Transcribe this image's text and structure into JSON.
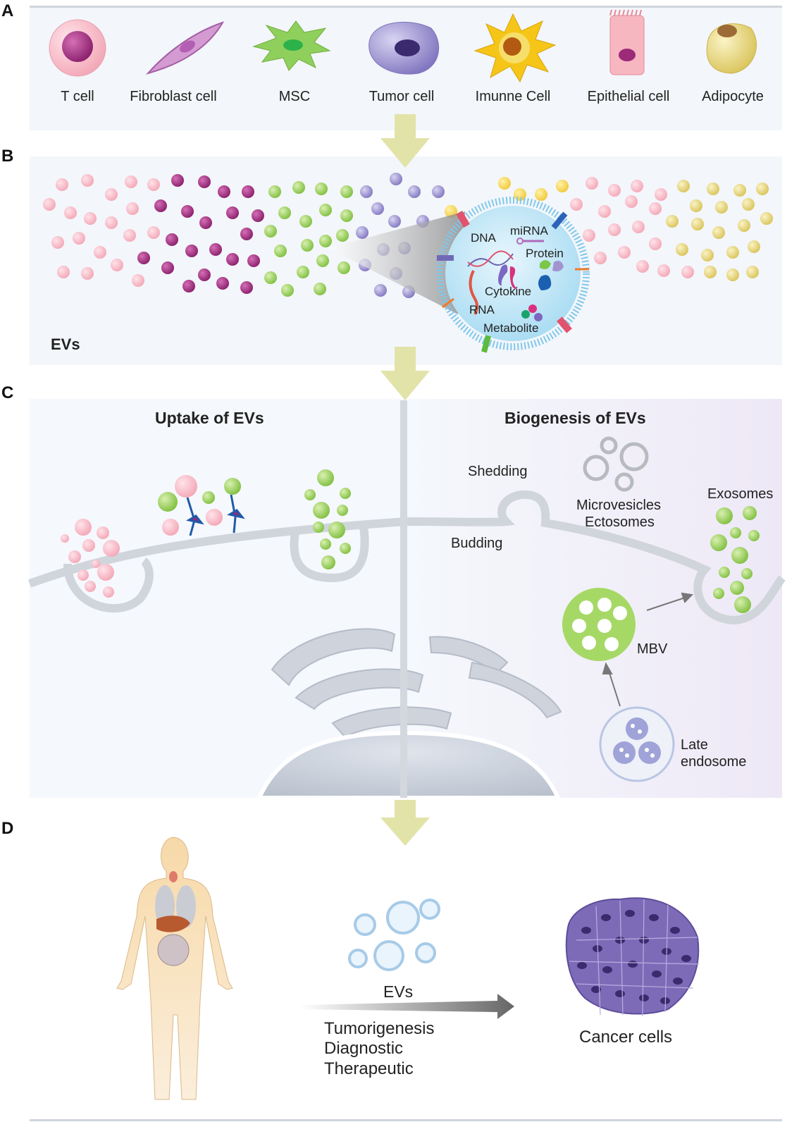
{
  "panels": {
    "a": {
      "letter": "A",
      "cells": [
        "T cell",
        "Fibroblast cell",
        "MSC",
        "Tumor cell",
        "Imunne Cell",
        "Epithelial cell",
        "Adipocyte"
      ]
    },
    "b": {
      "letter": "B",
      "evs_label": "EVs",
      "cargo": {
        "dna": "DNA",
        "mirna": "miRNA",
        "protein": "Protein",
        "cytokine": "Cytokine",
        "rna": "RNA",
        "metabolite": "Metabolite"
      }
    },
    "c": {
      "letter": "C",
      "uptake_title": "Uptake of EVs",
      "biogenesis_title": "Biogenesis of EVs",
      "shedding": "Shedding",
      "microvesicles": "Microvesicles",
      "ectosomes": "Ectosomes",
      "budding": "Budding",
      "exosomes": "Exosomes",
      "mbv": "MBV",
      "late": "Late",
      "endosome": "endosome"
    },
    "d": {
      "letter": "D",
      "evs": "EVs",
      "tumorigenesis": "Tumorigenesis",
      "diagnostic": "Diagnostic",
      "therapeutic": "Therapeutic",
      "cancer_cells": "Cancer cells"
    }
  },
  "colors": {
    "arrow": "#e2e3a8",
    "pink": "#f4a9b6",
    "purple": "#9b2a78",
    "green": "#8cc64a",
    "lavender": "#8f86c8",
    "yellow": "#e6d570"
  }
}
